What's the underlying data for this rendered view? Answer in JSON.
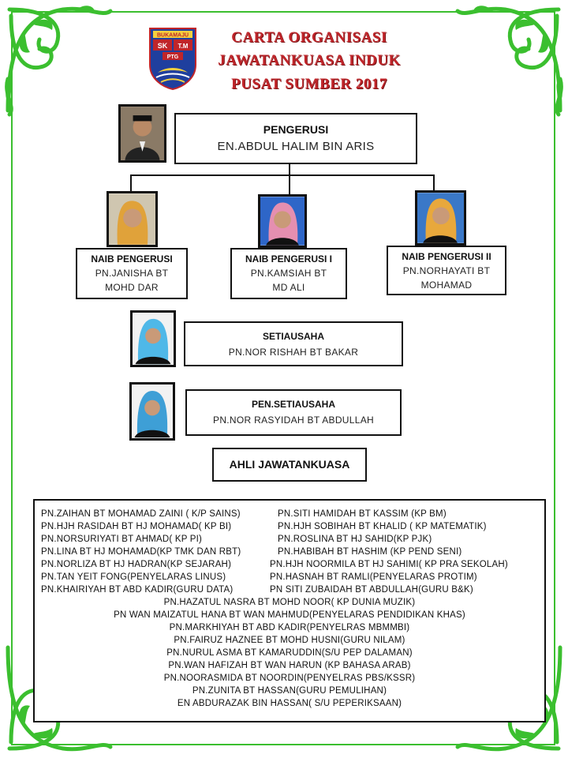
{
  "title": {
    "line1": "CARTA ORGANISASI",
    "line2": "JAWATANKUASA INDUK",
    "line3": "PUSAT SUMBER 2017"
  },
  "logo": {
    "top_text": "BUKAMAJU",
    "left_text": "SK",
    "right_text": "T.M",
    "bottom_text": "PTG"
  },
  "colors": {
    "border_green": "#3bbf2f",
    "title_red": "#c0252a"
  },
  "chairman": {
    "role": "PENGERUSI",
    "name": "EN.ABDUL HALIM BIN ARIS"
  },
  "vice_chairs": [
    {
      "role": "NAIB PENGERUSI",
      "name_line1": "PN.JANISHA  BT",
      "name_line2": "MOHD DAR"
    },
    {
      "role": "NAIB PENGERUSI I",
      "name_line1": "PN.KAMSIAH  BT",
      "name_line2": "MD ALI"
    },
    {
      "role": "NAIB PENGERUSI II",
      "name_line1": "PN.NORHAYATI BT",
      "name_line2": "MOHAMAD"
    }
  ],
  "secretary": {
    "role": "SETIAUSAHA",
    "name": "PN.NOR RISHAH BT BAKAR"
  },
  "asst_secretary": {
    "role": "PEN.SETIAUSAHA",
    "name": "PN.NOR RASYIDAH BT ABDULLAH"
  },
  "committee_heading": "AHLI  JAWATANKUASA",
  "members_left": [
    "PN.ZAIHAN  BT MOHAMAD ZAINI  ( K/P SAINS)",
    "PN.HJH  RASIDAH  BT HJ MOHAMAD( KP BI)",
    "PN.NORSURIYATI  BT AHMAD( KP PI)",
    "PN.LINA BT HJ MOHAMAD(KP TMK DAN RBT)",
    "PN.NORLIZA  BT HJ HADRAN(KP  SEJARAH)",
    "PN.TAN YEIT FONG(PENYELARAS LINUS)",
    "PN.KHAIRIYAH BT ABD KADIR(GURU  DATA)"
  ],
  "members_right": [
    "PN.SITI  HAMIDAH BT KASSIM (KP BM)",
    "PN.HJH  SOBIHAH BT KHALID  ( KP MATEMATIK)",
    "PN.ROSLINA  BT HJ SAHID(KP PJK)",
    "PN.HABIBAH BT HASHIM (KP PEND SENI)",
    "PN.HJH  NOORMILA BT HJ SAHIMI( KP PRA SEKOLAH)",
    "PN.HASNAH BT RAMLI(PENYELARAS PROTIM)",
    "PN SITI  ZUBAIDAH  BT ABDULLAH(GURU  B&K)"
  ],
  "members_center": [
    "PN.HAZATUL  NASRA BT MOHD NOOR(  KP DUNIA  MUZIK)",
    "PN WAN MAIZATUL  HANA BT WAN MAHMUD(PENYELARAS PENDIDIKAN KHAS)",
    "PN.MARKHIYAH BT ABD KADIR(PENYELRAS  MBMMBI)",
    "PN.FAIRUZ  HAZNEE  BT MOHD  HUSNI(GURU  NILAM)",
    "PN.NURUL  ASMA BT KAMARUDDIN(S/U  PEP DALAMAN)",
    "PN.WAN HAFIZAH  BT WAN HARUN  (KP BAHASA ARAB)",
    "PN.NOORASMIDA  BT NOORDIN(PENYELRAS  PBS/KSSR)",
    "PN.ZUNITA  BT HASSAN(GURU PEMULIHAN)",
    "EN ABDURAZAK BIN HASSAN( S/U PEPERIKSAAN)"
  ]
}
